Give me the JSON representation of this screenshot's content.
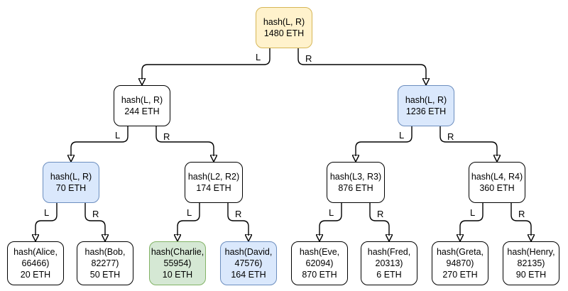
{
  "diagram": {
    "type": "merkle-tree",
    "background": "#ffffff",
    "edge_label_left": "L",
    "edge_label_right": "R",
    "colors": {
      "root_fill": "#fff2cc",
      "root_border": "#d6b656",
      "highlight_blue_fill": "#dae8fc",
      "highlight_blue_border": "#6c8ebf",
      "highlight_green_fill": "#d5e8d4",
      "highlight_green_border": "#82b366",
      "default_fill": "#ffffff",
      "default_border": "#000000",
      "edge_stroke": "#000000"
    },
    "nodes": {
      "root": {
        "hash": "hash(L, R)",
        "amount": "1480 ETH"
      },
      "l": {
        "hash": "hash(L, R)",
        "amount": "244 ETH"
      },
      "r": {
        "hash": "hash(L, R)",
        "amount": "1236 ETH"
      },
      "ll": {
        "hash": "hash(L, R)",
        "amount": "70 ETH"
      },
      "lr": {
        "hash": "hash(L2, R2)",
        "amount": "174 ETH"
      },
      "rl": {
        "hash": "hash(L3, R3)",
        "amount": "876 ETH"
      },
      "rr": {
        "hash": "hash(L4, R4)",
        "amount": "360 ETH"
      },
      "alice": {
        "hash": "hash(Alice, 66466)",
        "amount": "20 ETH"
      },
      "bob": {
        "hash": "hash(Bob, 82277)",
        "amount": "50 ETH"
      },
      "charlie": {
        "hash": "hash(Charlie, 55954)",
        "amount": "10 ETH"
      },
      "david": {
        "hash": "hash(David, 47576)",
        "amount": "164 ETH"
      },
      "eve": {
        "hash": "hash(Eve, 62094)",
        "amount": "870 ETH"
      },
      "fred": {
        "hash": "hash(Fred, 20313)",
        "amount": "6 ETH"
      },
      "greta": {
        "hash": "hash(Greta, 94870)",
        "amount": "270 ETH"
      },
      "henry": {
        "hash": "hash(Henry, 82135)",
        "amount": "90 ETH"
      }
    }
  }
}
